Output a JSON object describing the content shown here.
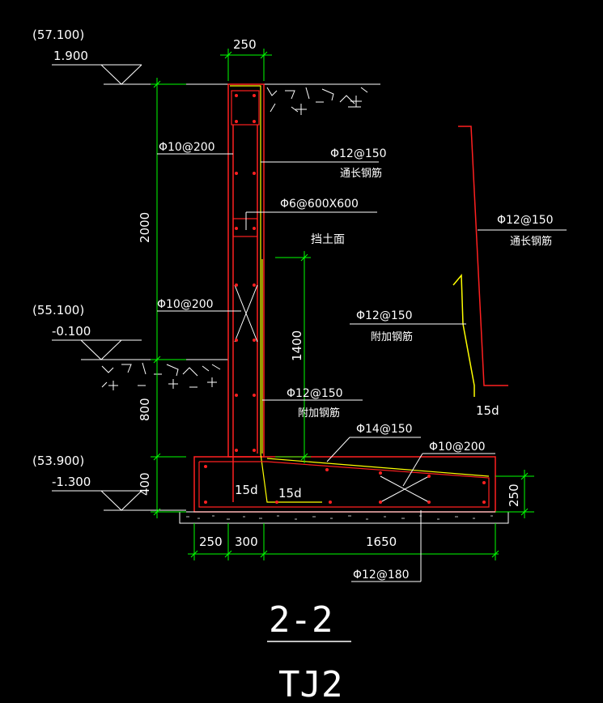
{
  "elevations": {
    "top": {
      "abs": "(57.100)",
      "rel": "1.900"
    },
    "middle": {
      "abs": "(55.100)",
      "rel": "-0.100"
    },
    "bottom": {
      "abs": "(53.900)",
      "rel": "-1.300"
    }
  },
  "dimensions": {
    "wall_width": "250",
    "wall_height": "2000",
    "mid_height": "800",
    "footing_thickness_left": "400",
    "footing_thickness_right": "250",
    "added_bar_height": "1400",
    "toe": "250",
    "stem": "300",
    "heel": "1650"
  },
  "rebar": {
    "outer_vertical": "Φ10@200",
    "outer_vertical_lower": "Φ10@200",
    "inner_main": "Φ12@150",
    "inner_main_note": "通长钢筋",
    "tie": "Φ6@600X600",
    "added_inner": "Φ12@150",
    "added_inner_note": "附加钢筋",
    "footing_top": "Φ14@150",
    "footing_dist": "Φ10@200",
    "footing_bottom": "Φ12@180"
  },
  "labels": {
    "soil_face": "挡土面",
    "anchor_1": "15d",
    "anchor_2": "15d"
  },
  "detail": {
    "long_bar": "Φ12@150",
    "long_bar_note": "通长钢筋",
    "added_bar": "Φ12@150",
    "added_bar_note": "附加钢筋",
    "anchor": "15d"
  },
  "title": {
    "section": "2-2",
    "name": "TJ2"
  },
  "colors": {
    "dimension": "#00ff00",
    "concrete": "#ff2020",
    "rebar_inner": "#ffff00",
    "text": "#ffffff"
  }
}
